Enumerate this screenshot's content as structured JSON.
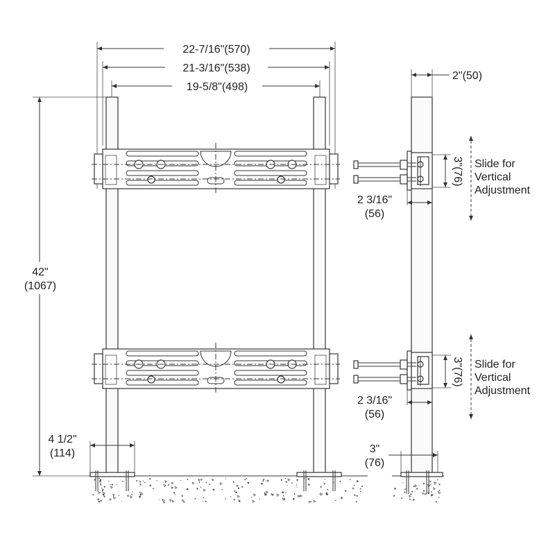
{
  "front_view": {
    "dim_overall_width": "22-7/16\"(570)",
    "dim_outer_posts": "21-3/16\"(538)",
    "dim_inner_posts": "19-5/8\"(498)",
    "dim_height_in": "42\"",
    "dim_height_mm": "(1067)",
    "dim_foot_in": "4 1/2\"",
    "dim_foot_mm": "(114)"
  },
  "side_view": {
    "dim_depth": "2\"(50)",
    "upper_offset_in": "2 3/16\"",
    "upper_offset_mm": "(56)",
    "lower_offset_in": "2 3/16\"",
    "lower_offset_mm": "(56)",
    "upper_slide_dim": "3\"(76)",
    "lower_slide_dim": "3\"(76)",
    "foot_in": "3\"",
    "foot_mm": "(76)",
    "upper_note_line1": "Slide for",
    "upper_note_line2": "Vertical",
    "upper_note_line3": "Adjustment",
    "lower_note_line1": "Slide for",
    "lower_note_line2": "Vertical",
    "lower_note_line3": "Adjustment"
  }
}
